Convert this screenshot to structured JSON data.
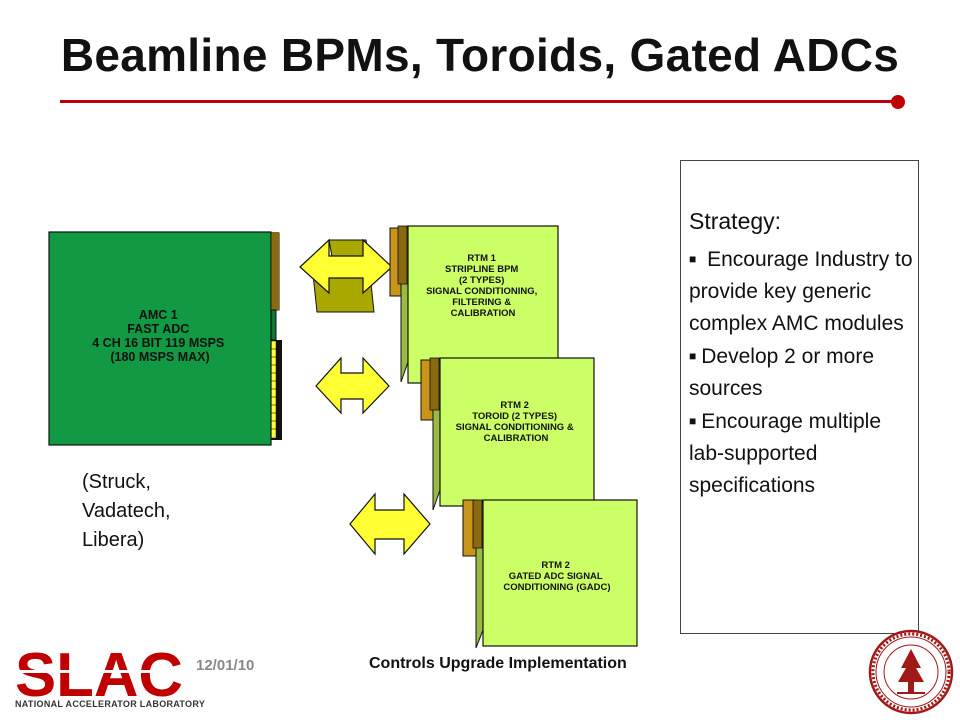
{
  "title": "Beamline BPMs, Toroids, Gated ADCs",
  "amc": {
    "lines": [
      "AMC 1",
      "FAST ADC",
      "4 CH 16 BIT 119 MSPS",
      "(180 MSPS MAX)"
    ]
  },
  "rtm1": {
    "lines": [
      "RTM 1",
      "STRIPLINE BPM",
      "(2 TYPES)",
      "SIGNAL CONDITIONING,",
      "FILTERING &",
      "CALIBRATION"
    ]
  },
  "rtm2": {
    "lines": [
      "RTM 2",
      "TOROID (2 TYPES)",
      "SIGNAL CONDITIONING &",
      "CALIBRATION"
    ]
  },
  "rtm3": {
    "lines": [
      "RTM 2",
      "GATED ADC SIGNAL",
      "CONDITIONING (GADC)"
    ]
  },
  "vendors": [
    "(Struck,",
    "Vadatech,",
    "Libera)"
  ],
  "strategy": {
    "heading": "Strategy:",
    "items": [
      " Encourage Industry to provide key generic complex AMC modules",
      "Develop 2 or more sources",
      "Encourage multiple lab-supported specifications"
    ]
  },
  "footer": {
    "date": "12/01/10",
    "title": "Controls Upgrade Implementation",
    "org_logo": "SLAC",
    "org_name": "NATIONAL ACCELERATOR LABORATORY"
  },
  "colors": {
    "accent_red": "#c00000",
    "amc_green": "#119944",
    "rtm_lime": "#ccff66",
    "rtm_side": "#99bb44",
    "tab_gold": "#c8941a",
    "arrow_yellow": "#ffff33"
  }
}
